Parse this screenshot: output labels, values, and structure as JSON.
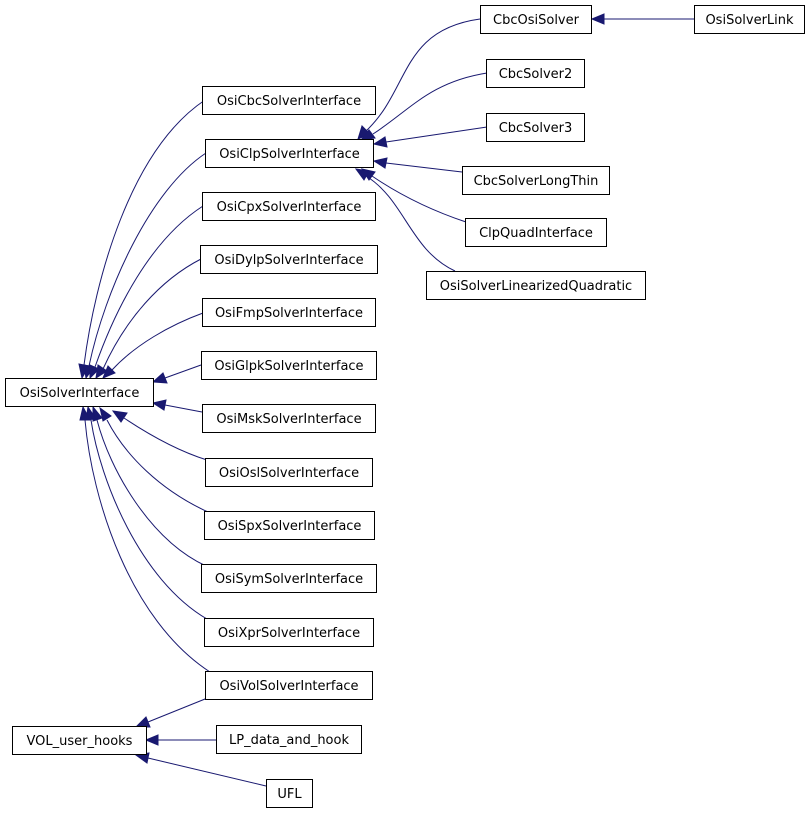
{
  "diagram": {
    "type": "inheritance-graph",
    "edge_color": "#191970",
    "nodes": [
      {
        "id": "cbc_osi_solver",
        "label": "CbcOsiSolver"
      },
      {
        "id": "osi_solver_link",
        "label": "OsiSolverLink"
      },
      {
        "id": "osi_cbc",
        "label": "OsiCbcSolverInterface"
      },
      {
        "id": "cbc_solver2",
        "label": "CbcSolver2"
      },
      {
        "id": "cbc_solver3",
        "label": "CbcSolver3"
      },
      {
        "id": "osi_clp",
        "label": "OsiClpSolverInterface"
      },
      {
        "id": "cbc_long_thin",
        "label": "CbcSolverLongThin"
      },
      {
        "id": "osi_cpx",
        "label": "OsiCpxSolverInterface"
      },
      {
        "id": "clp_quad",
        "label": "ClpQuadInterface"
      },
      {
        "id": "osi_dylp",
        "label": "OsiDylpSolverInterface"
      },
      {
        "id": "osi_lin_quad",
        "label": "OsiSolverLinearizedQuadratic"
      },
      {
        "id": "osi_fmp",
        "label": "OsiFmpSolverInterface"
      },
      {
        "id": "osi_glpk",
        "label": "OsiGlpkSolverInterface"
      },
      {
        "id": "osi_solver_interface",
        "label": "OsiSolverInterface"
      },
      {
        "id": "osi_msk",
        "label": "OsiMskSolverInterface"
      },
      {
        "id": "osi_osl",
        "label": "OsiOslSolverInterface"
      },
      {
        "id": "osi_spx",
        "label": "OsiSpxSolverInterface"
      },
      {
        "id": "osi_sym",
        "label": "OsiSymSolverInterface"
      },
      {
        "id": "osi_xpr",
        "label": "OsiXprSolverInterface"
      },
      {
        "id": "osi_vol",
        "label": "OsiVolSolverInterface"
      },
      {
        "id": "vol_user_hooks",
        "label": "VOL_user_hooks"
      },
      {
        "id": "lp_data_and_hook",
        "label": "LP_data_and_hook"
      },
      {
        "id": "ufl",
        "label": "UFL"
      }
    ],
    "edges": [
      {
        "from": "osi_solver_link",
        "to": "cbc_osi_solver"
      },
      {
        "from": "cbc_osi_solver",
        "to": "osi_clp"
      },
      {
        "from": "cbc_solver2",
        "to": "osi_clp"
      },
      {
        "from": "cbc_solver3",
        "to": "osi_clp"
      },
      {
        "from": "cbc_long_thin",
        "to": "osi_clp"
      },
      {
        "from": "clp_quad",
        "to": "osi_clp"
      },
      {
        "from": "osi_lin_quad",
        "to": "osi_clp"
      },
      {
        "from": "osi_cbc",
        "to": "osi_solver_interface"
      },
      {
        "from": "osi_clp",
        "to": "osi_solver_interface"
      },
      {
        "from": "osi_cpx",
        "to": "osi_solver_interface"
      },
      {
        "from": "osi_dylp",
        "to": "osi_solver_interface"
      },
      {
        "from": "osi_fmp",
        "to": "osi_solver_interface"
      },
      {
        "from": "osi_glpk",
        "to": "osi_solver_interface"
      },
      {
        "from": "osi_msk",
        "to": "osi_solver_interface"
      },
      {
        "from": "osi_osl",
        "to": "osi_solver_interface"
      },
      {
        "from": "osi_spx",
        "to": "osi_solver_interface"
      },
      {
        "from": "osi_sym",
        "to": "osi_solver_interface"
      },
      {
        "from": "osi_xpr",
        "to": "osi_solver_interface"
      },
      {
        "from": "osi_vol",
        "to": "osi_solver_interface"
      },
      {
        "from": "osi_vol",
        "to": "vol_user_hooks"
      },
      {
        "from": "lp_data_and_hook",
        "to": "vol_user_hooks"
      },
      {
        "from": "ufl",
        "to": "vol_user_hooks"
      }
    ]
  }
}
